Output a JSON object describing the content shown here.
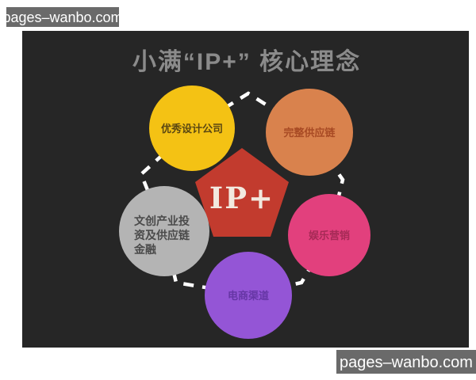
{
  "watermark": {
    "text": "pages–wanbo.com"
  },
  "title": "小满“IP+” 核心理念",
  "center": {
    "label": "IP+",
    "color": "#c23b2e",
    "text_color": "#f2e9df"
  },
  "nodes": [
    {
      "id": "excellent-design-company",
      "label": "优秀设计公司",
      "color": "#f4c214",
      "text_color": "#5a4712"
    },
    {
      "id": "complete-supply-chain",
      "label": "完整供应链",
      "color": "#d9824d",
      "text_color": "#a84a24"
    },
    {
      "id": "cultural-industry-investment-finance",
      "label": "文创产业投资及供应链金融",
      "line1": "文创产业投",
      "line2": "资及供应链",
      "line3": "金融",
      "color": "#b4b4b4",
      "text_color": "#4a4a4a"
    },
    {
      "id": "entertainment-marketing",
      "label": "娱乐营销",
      "color": "#e2407d",
      "text_color": "#a62a56"
    },
    {
      "id": "ecommerce-channel",
      "label": "电商渠道",
      "color": "#9455d6",
      "text_color": "#6636a5"
    }
  ],
  "colors": {
    "page_background": "#ffffff",
    "canvas_background": "#262626",
    "title_text": "#8b8b8b",
    "connector": "#ffffff",
    "watermark_bg": "#6a6a6a",
    "watermark_text": "#ffffff"
  }
}
